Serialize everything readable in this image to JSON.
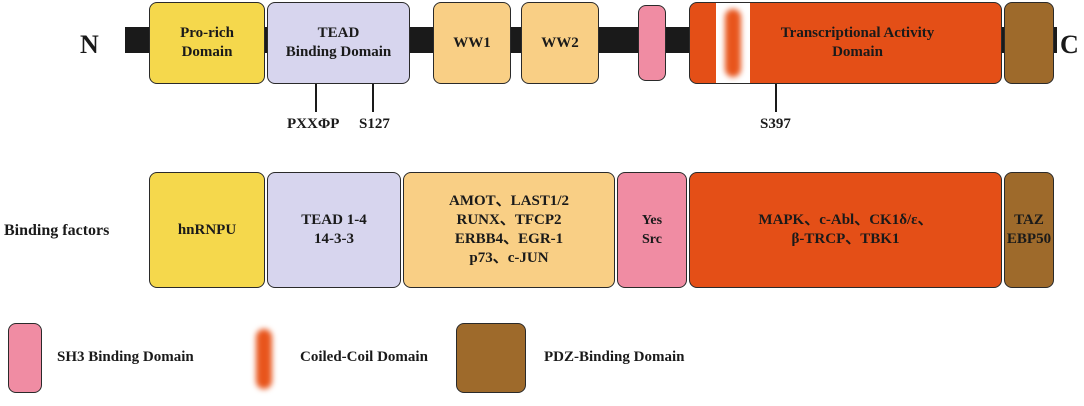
{
  "protein": {
    "n_terminus": "N",
    "c_terminus": "C",
    "colors": {
      "backbone": "#1a1a1a",
      "pro_rich": "#f5d84c",
      "tead": "#d7d5ee",
      "ww": "#f9cf85",
      "sh3": "#f08ca3",
      "tad": "#e44f17",
      "coiled_coil": "#e8551c",
      "pdz": "#9e6a2b"
    },
    "domains": {
      "pro_rich": "Pro-rich\nDomain",
      "tead": "TEAD\nBinding Domain",
      "ww1": "WW1",
      "ww2": "WW2",
      "tad": "Transcriptional Activity\nDomain"
    },
    "sites": {
      "pxxfp": "PXXΦP",
      "s127": "S127",
      "s397": "S397"
    }
  },
  "binding": {
    "row_label": "Binding factors",
    "factors": {
      "pro_rich": "hnRNPU",
      "tead": "TEAD 1-4\n14-3-3",
      "ww": "AMOT、LAST1/2\nRUNX、TFCP2\nERBB4、EGR-1\np73、c-JUN",
      "sh3": "Yes\nSrc",
      "tad": "MAPK、c-Abl、CK1δ/ε、\nβ-TRCP、TBK1",
      "pdz": "TAZ\nEBP50"
    }
  },
  "legend": {
    "sh3": "SH3 Binding Domain",
    "coiled_coil": "Coiled-Coil Domain",
    "pdz": "PDZ-Binding Domain"
  }
}
